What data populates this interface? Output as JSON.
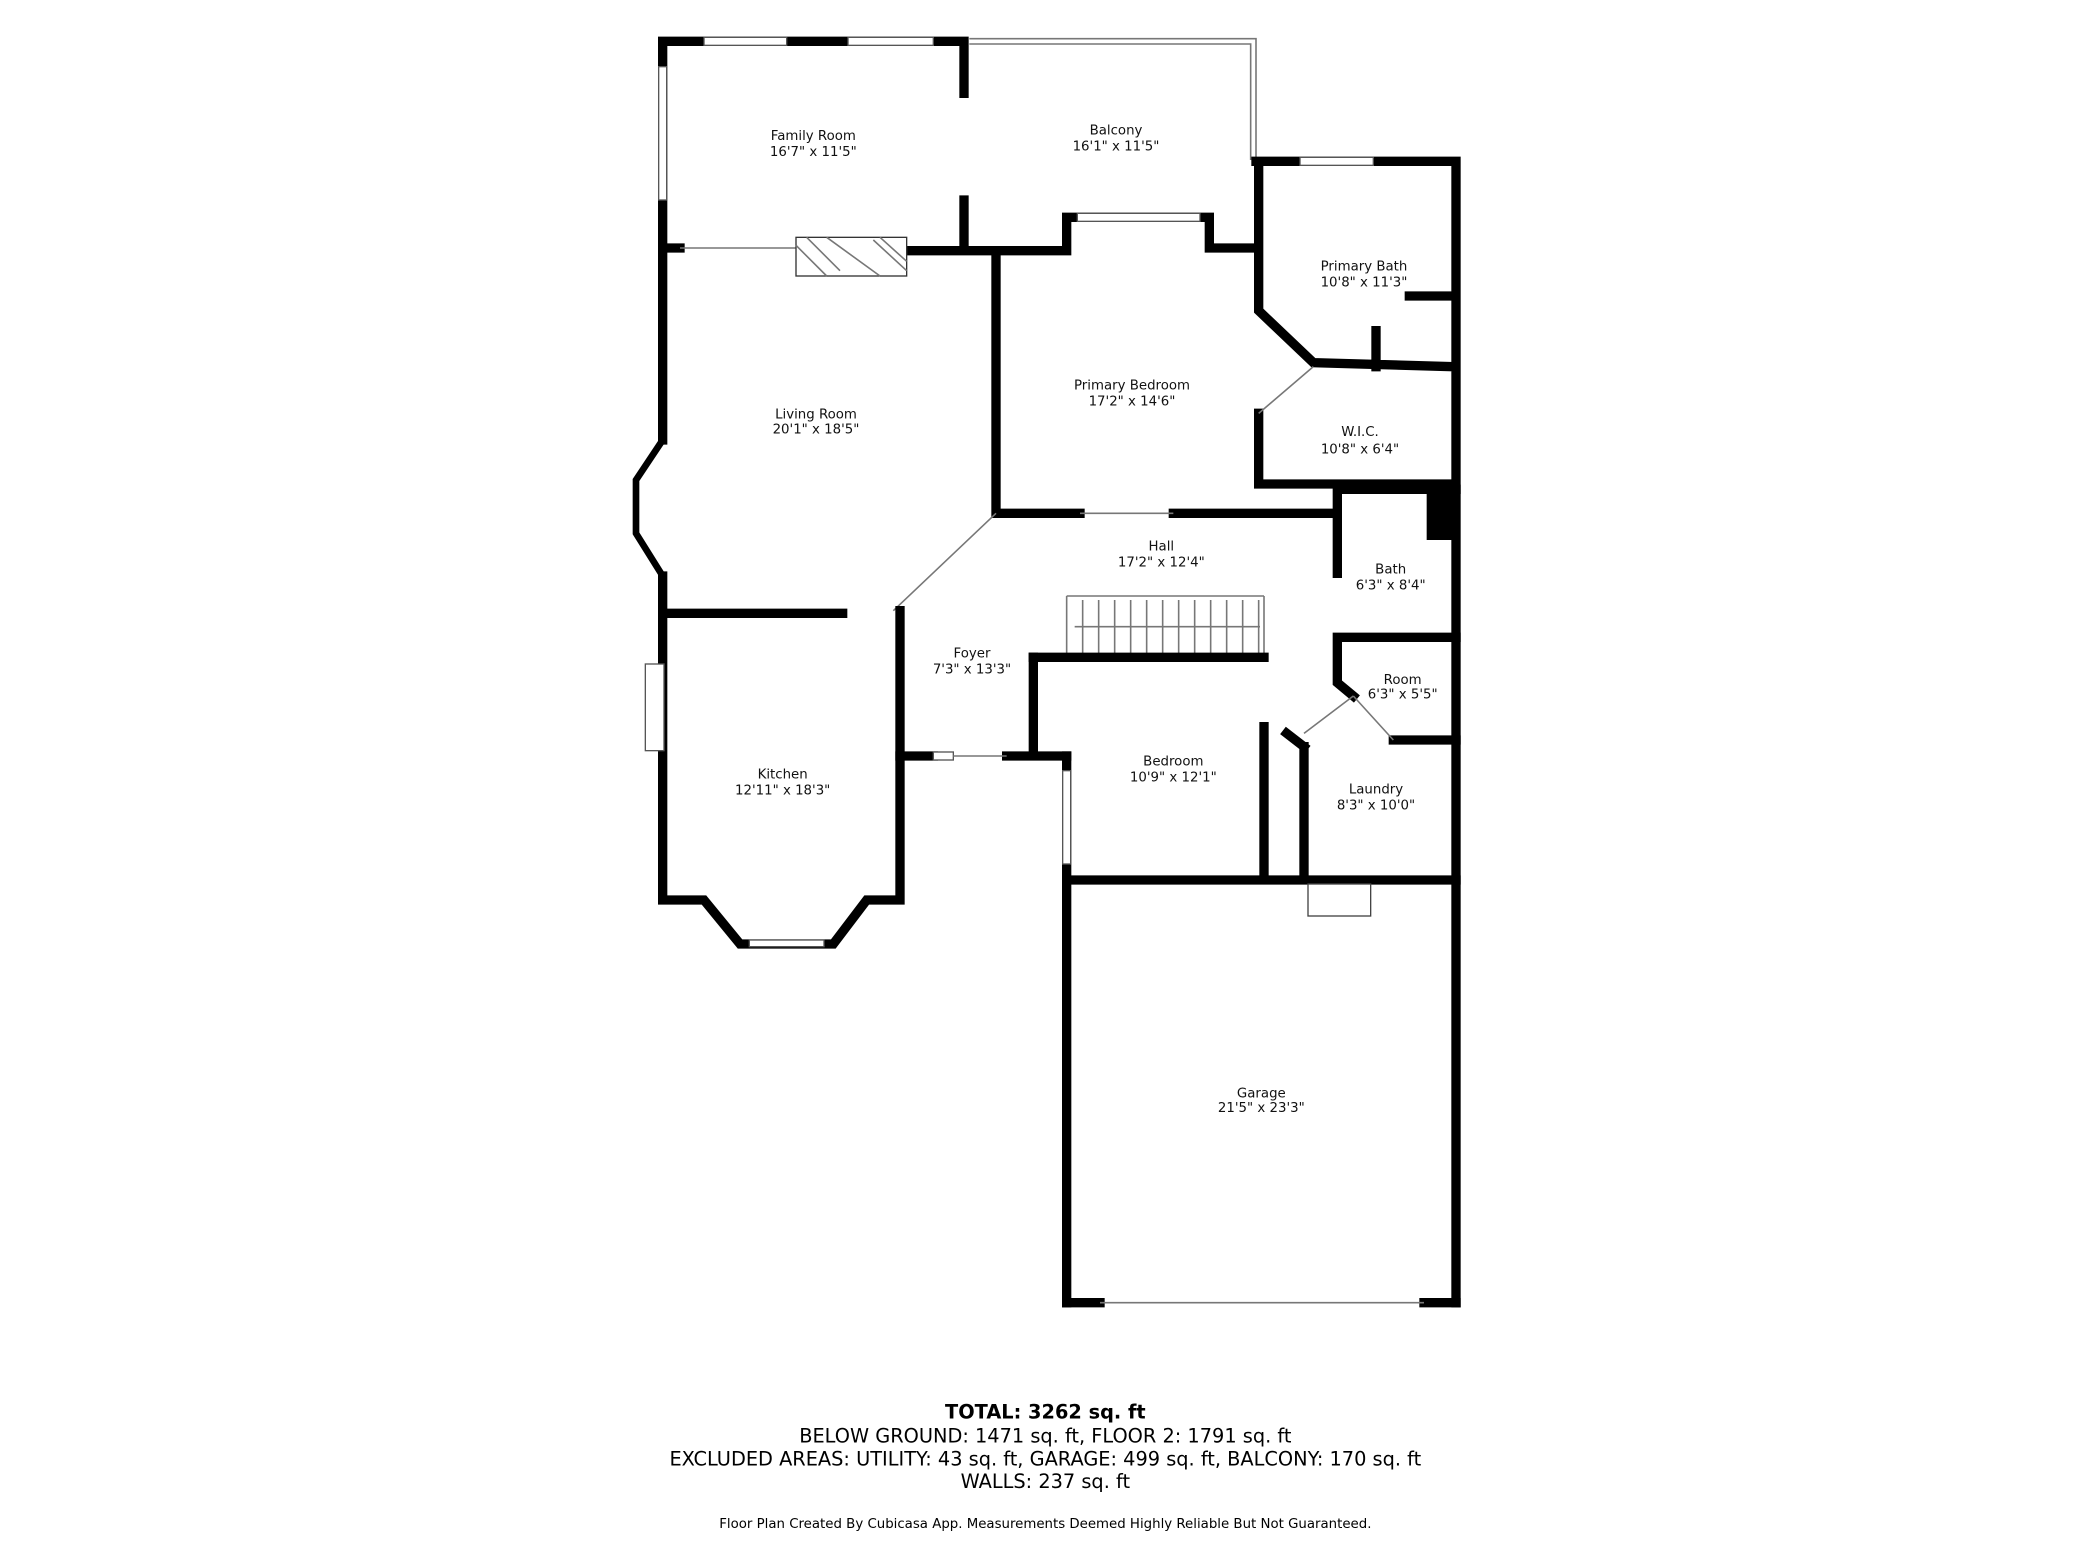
{
  "rooms": [
    {
      "name": "Family Room",
      "size": "16'7\" x 11'5\""
    },
    {
      "name": "Balcony",
      "size": "16'1\" x 11'5\""
    },
    {
      "name": "Primary Bath",
      "size": "10'8\" x 11'3\""
    },
    {
      "name": "Primary Bedroom",
      "size": "17'2\" x 14'6\""
    },
    {
      "name": "W.I.C.",
      "size": "10'8\" x 6'4\""
    },
    {
      "name": "Living Room",
      "size": "20'1\" x 18'5\""
    },
    {
      "name": "Hall",
      "size": "17'2\" x 12'4\""
    },
    {
      "name": "Bath",
      "size": "6'3\" x 8'4\""
    },
    {
      "name": "Foyer",
      "size": "7'3\" x 13'3\""
    },
    {
      "name": "Room",
      "size": "6'3\" x 5'5\""
    },
    {
      "name": "Bedroom",
      "size": "10'9\" x 12'1\""
    },
    {
      "name": "Kitchen",
      "size": "12'11\" x 18'3\""
    },
    {
      "name": "Laundry",
      "size": "8'3\" x 10'0\""
    },
    {
      "name": "Garage",
      "size": "21'5\" x 23'3\""
    }
  ],
  "summary": {
    "total": "TOTAL: 3262 sq. ft",
    "floors": "BELOW GROUND: 1471 sq. ft, FLOOR 2: 1791 sq. ft",
    "excluded": "EXCLUDED AREAS: UTILITY: 43 sq. ft, GARAGE: 499 sq. ft, BALCONY: 170 sq. ft",
    "walls": "WALLS: 237 sq. ft"
  },
  "footer": "Floor Plan Created By Cubicasa App. Measurements Deemed Highly Reliable But Not Guaranteed."
}
